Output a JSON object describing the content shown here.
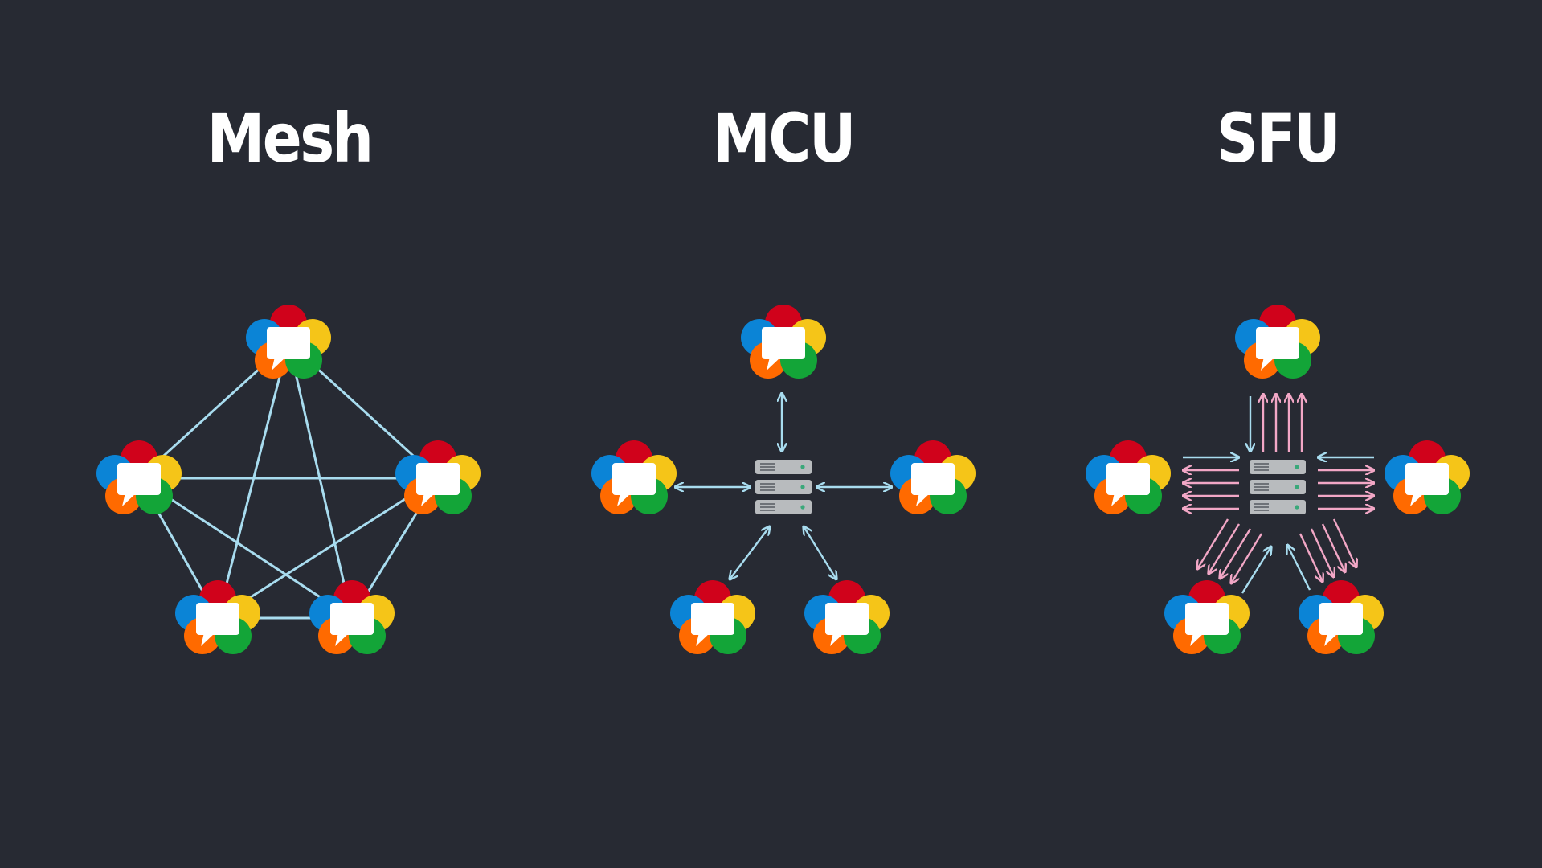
{
  "titles": {
    "mesh": "Mesh",
    "mcu": "MCU",
    "sfu": "SFU"
  },
  "diagrams": [
    {
      "name": "mesh",
      "peers": 5,
      "topology": "full-mesh",
      "link_type": "bidirectional-line"
    },
    {
      "name": "mcu",
      "peers": 5,
      "topology": "star-with-server",
      "link_type": "bidirectional-arrow"
    },
    {
      "name": "sfu",
      "peers": 5,
      "topology": "star-with-server",
      "link_type": "one-up-many-down-arrows"
    }
  ],
  "colors": {
    "background": "#272a33",
    "link": "#a8dcef",
    "downstream_arrow": "#f2a7c6",
    "server": "#b8bbbe",
    "petal_red": "#d0021b",
    "petal_yellow": "#f5c518",
    "petal_blue": "#0b84d6",
    "petal_orange": "#ff6a00",
    "petal_green": "#13a538",
    "bubble": "#ffffff"
  },
  "icons": {
    "peer": "webrtc-logo-icon",
    "server": "server-rack-icon"
  }
}
